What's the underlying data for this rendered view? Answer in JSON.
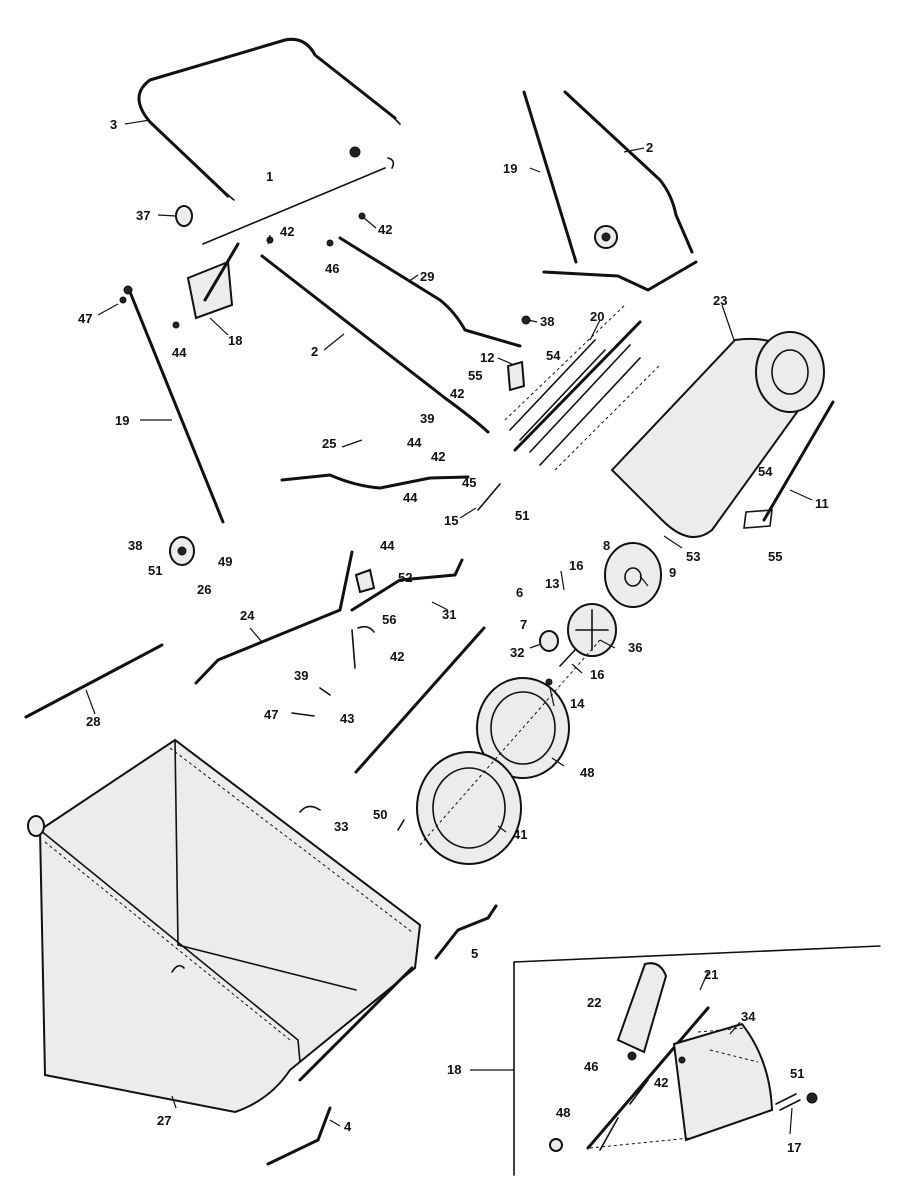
{
  "callouts": [
    {
      "id": "c3",
      "text": "3"
    },
    {
      "id": "c1",
      "text": "1"
    },
    {
      "id": "c37",
      "text": "37"
    },
    {
      "id": "c42a",
      "text": "42"
    },
    {
      "id": "c42b",
      "text": "42"
    },
    {
      "id": "c46a",
      "text": "46"
    },
    {
      "id": "c47a",
      "text": "47"
    },
    {
      "id": "c44a",
      "text": "44"
    },
    {
      "id": "c18a",
      "text": "18"
    },
    {
      "id": "c19a",
      "text": "19"
    },
    {
      "id": "c2a",
      "text": "2"
    },
    {
      "id": "c19b",
      "text": "19"
    },
    {
      "id": "c2b",
      "text": "2"
    },
    {
      "id": "c29",
      "text": "29"
    },
    {
      "id": "c38a",
      "text": "38"
    },
    {
      "id": "c20",
      "text": "20"
    },
    {
      "id": "c23",
      "text": "23"
    },
    {
      "id": "c12",
      "text": "12"
    },
    {
      "id": "c54a",
      "text": "54"
    },
    {
      "id": "c55a",
      "text": "55"
    },
    {
      "id": "c42c",
      "text": "42"
    },
    {
      "id": "c39a",
      "text": "39"
    },
    {
      "id": "c44b",
      "text": "44"
    },
    {
      "id": "c42d",
      "text": "42"
    },
    {
      "id": "c45",
      "text": "45"
    },
    {
      "id": "c25",
      "text": "25"
    },
    {
      "id": "c44c",
      "text": "44"
    },
    {
      "id": "c15",
      "text": "15"
    },
    {
      "id": "c51a",
      "text": "51"
    },
    {
      "id": "c54b",
      "text": "54"
    },
    {
      "id": "c11",
      "text": "11"
    },
    {
      "id": "c53",
      "text": "53"
    },
    {
      "id": "c55b",
      "text": "55"
    },
    {
      "id": "c8",
      "text": "8"
    },
    {
      "id": "c9",
      "text": "9"
    },
    {
      "id": "c16a",
      "text": "16"
    },
    {
      "id": "c13",
      "text": "13"
    },
    {
      "id": "c6",
      "text": "6"
    },
    {
      "id": "c7",
      "text": "7"
    },
    {
      "id": "c32",
      "text": "32"
    },
    {
      "id": "c36",
      "text": "36"
    },
    {
      "id": "c16b",
      "text": "16"
    },
    {
      "id": "c14",
      "text": "14"
    },
    {
      "id": "c38b",
      "text": "38"
    },
    {
      "id": "c51b",
      "text": "51"
    },
    {
      "id": "c26",
      "text": "26"
    },
    {
      "id": "c49",
      "text": "49"
    },
    {
      "id": "c44d",
      "text": "44"
    },
    {
      "id": "c52",
      "text": "52"
    },
    {
      "id": "c56",
      "text": "56"
    },
    {
      "id": "c24",
      "text": "24"
    },
    {
      "id": "c31",
      "text": "31"
    },
    {
      "id": "c42e",
      "text": "42"
    },
    {
      "id": "c39b",
      "text": "39"
    },
    {
      "id": "c47b",
      "text": "47"
    },
    {
      "id": "c43",
      "text": "43"
    },
    {
      "id": "c28",
      "text": "28"
    },
    {
      "id": "c48a",
      "text": "48"
    },
    {
      "id": "c41",
      "text": "41"
    },
    {
      "id": "c33",
      "text": "33"
    },
    {
      "id": "c50",
      "text": "50"
    },
    {
      "id": "c5",
      "text": "5"
    },
    {
      "id": "c27",
      "text": "27"
    },
    {
      "id": "c4",
      "text": "4"
    },
    {
      "id": "c21",
      "text": "21"
    },
    {
      "id": "c22",
      "text": "22"
    },
    {
      "id": "c34",
      "text": "34"
    },
    {
      "id": "c46b",
      "text": "46"
    },
    {
      "id": "c18b",
      "text": "18"
    },
    {
      "id": "c42f",
      "text": "42"
    },
    {
      "id": "c51c",
      "text": "51"
    },
    {
      "id": "c48b",
      "text": "48"
    },
    {
      "id": "c17",
      "text": "17"
    }
  ]
}
